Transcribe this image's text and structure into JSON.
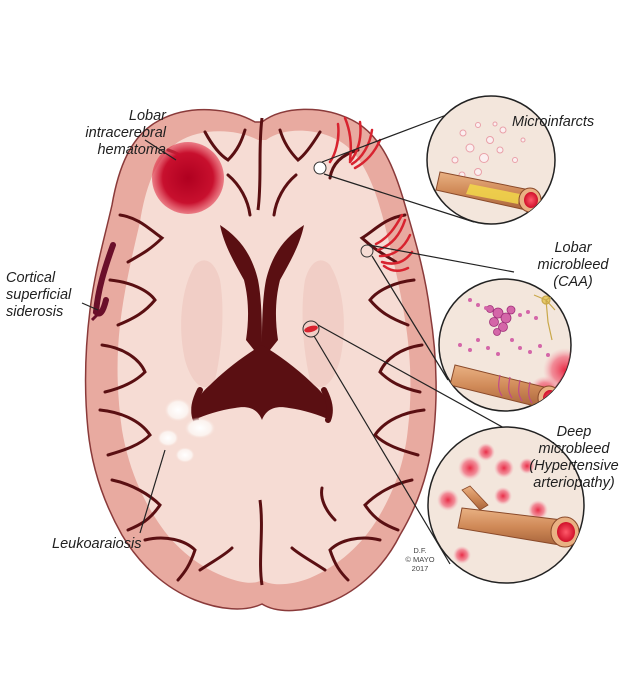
{
  "labels": {
    "lobar_hematoma": [
      "Lobar",
      "intracerebral",
      "hematoma"
    ],
    "cortical_siderosis": [
      "Cortical",
      "superficial",
      "siderosis"
    ],
    "leukoaraiosis": "Leukoaraiosis",
    "microinfarcts": "Microinfarcts",
    "lobar_microbleed": [
      "Lobar",
      "microbleed",
      "(CAA)"
    ],
    "deep_microbleed": [
      "Deep",
      "microbleed",
      "(Hypertensive",
      "arteriopathy)"
    ]
  },
  "credit": [
    "D.F.",
    "© MAYO",
    "2017"
  ],
  "colors": {
    "cortex": "#e8aaa0",
    "white_matter": "#f6dcd4",
    "sulcus": "#5a0f12",
    "hemorrhage": "#c8102e",
    "vessel_wall": "#d99a6a",
    "inset_fill": "#f3e6dc"
  }
}
